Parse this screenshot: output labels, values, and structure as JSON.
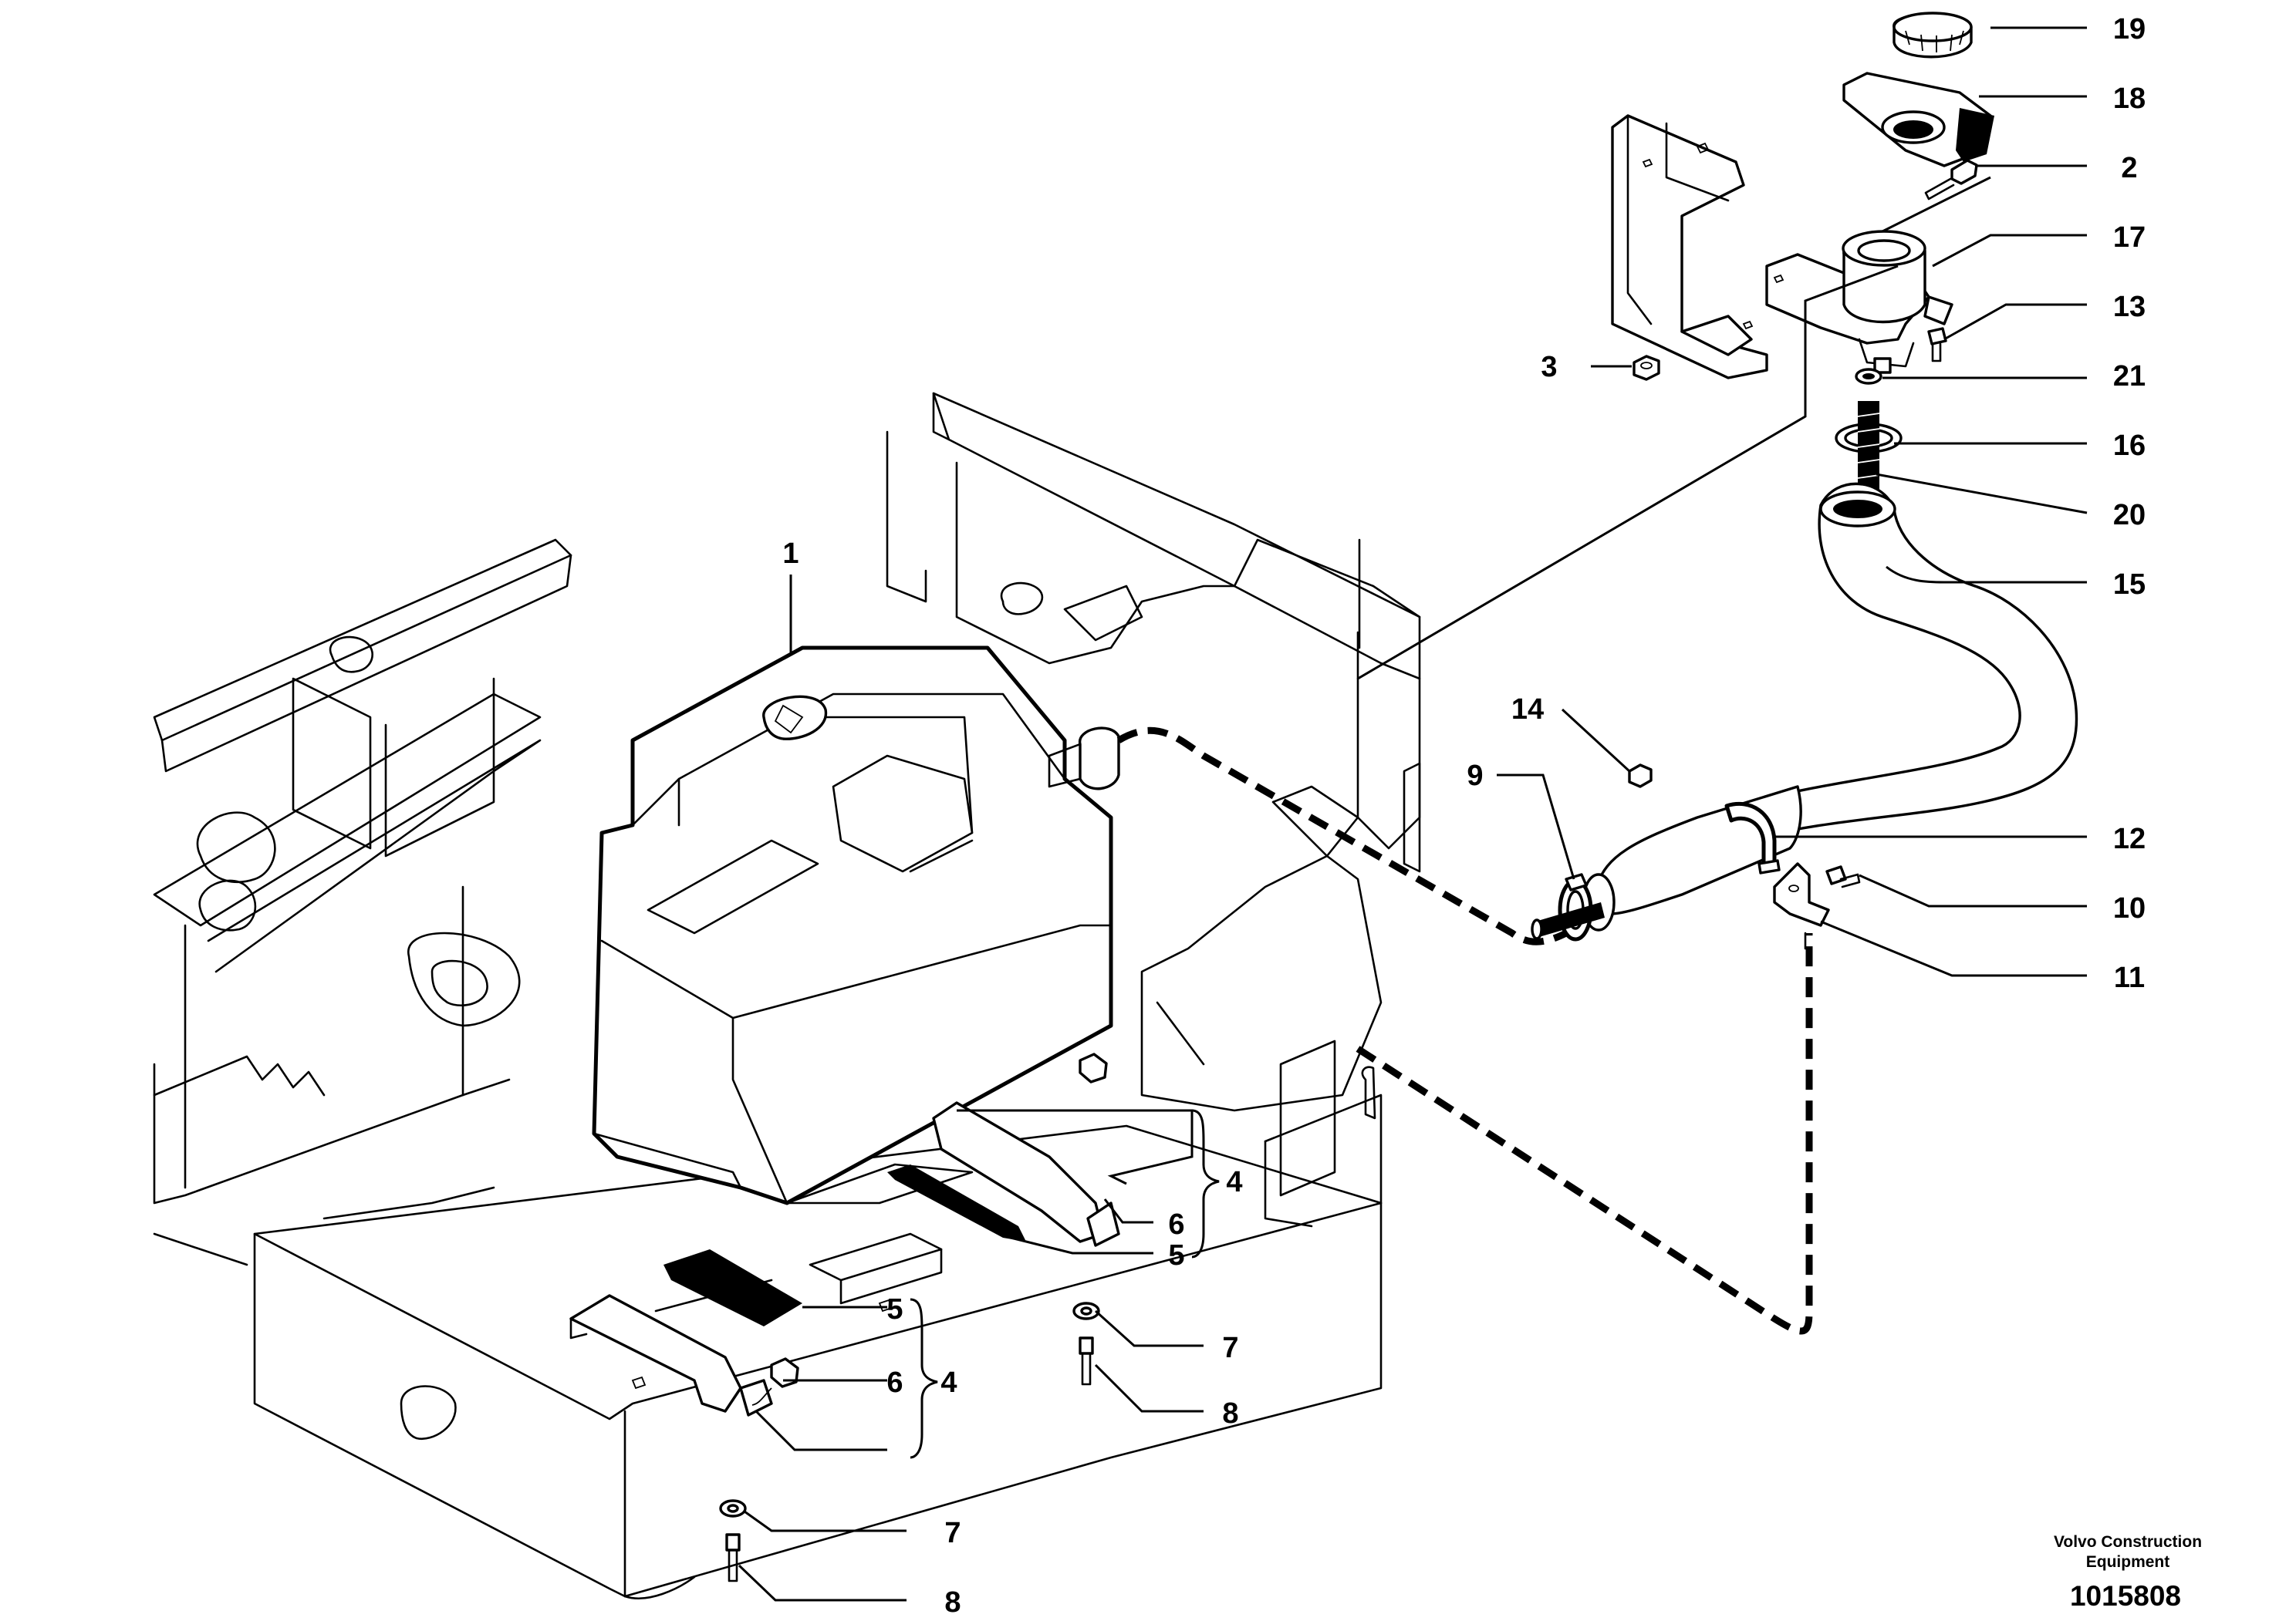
{
  "callouts": [
    {
      "id": "1",
      "label": "1"
    },
    {
      "id": "2",
      "label": "2"
    },
    {
      "id": "3",
      "label": "3"
    },
    {
      "id": "4a",
      "label": "4"
    },
    {
      "id": "4b",
      "label": "4"
    },
    {
      "id": "5a",
      "label": "5"
    },
    {
      "id": "5b",
      "label": "5"
    },
    {
      "id": "6a",
      "label": "6"
    },
    {
      "id": "6b",
      "label": "6"
    },
    {
      "id": "7a",
      "label": "7"
    },
    {
      "id": "7b",
      "label": "7"
    },
    {
      "id": "8a",
      "label": "8"
    },
    {
      "id": "8b",
      "label": "8"
    },
    {
      "id": "9",
      "label": "9"
    },
    {
      "id": "10",
      "label": "10"
    },
    {
      "id": "11",
      "label": "11"
    },
    {
      "id": "12",
      "label": "12"
    },
    {
      "id": "13",
      "label": "13"
    },
    {
      "id": "14",
      "label": "14"
    },
    {
      "id": "15",
      "label": "15"
    },
    {
      "id": "16",
      "label": "16"
    },
    {
      "id": "17",
      "label": "17"
    },
    {
      "id": "18",
      "label": "18"
    },
    {
      "id": "19",
      "label": "19"
    },
    {
      "id": "20",
      "label": "20"
    },
    {
      "id": "21",
      "label": "21"
    }
  ],
  "footer": {
    "brand_line1": "Volvo Construction",
    "brand_line2": "Equipment",
    "drawing_number": "1015808"
  }
}
